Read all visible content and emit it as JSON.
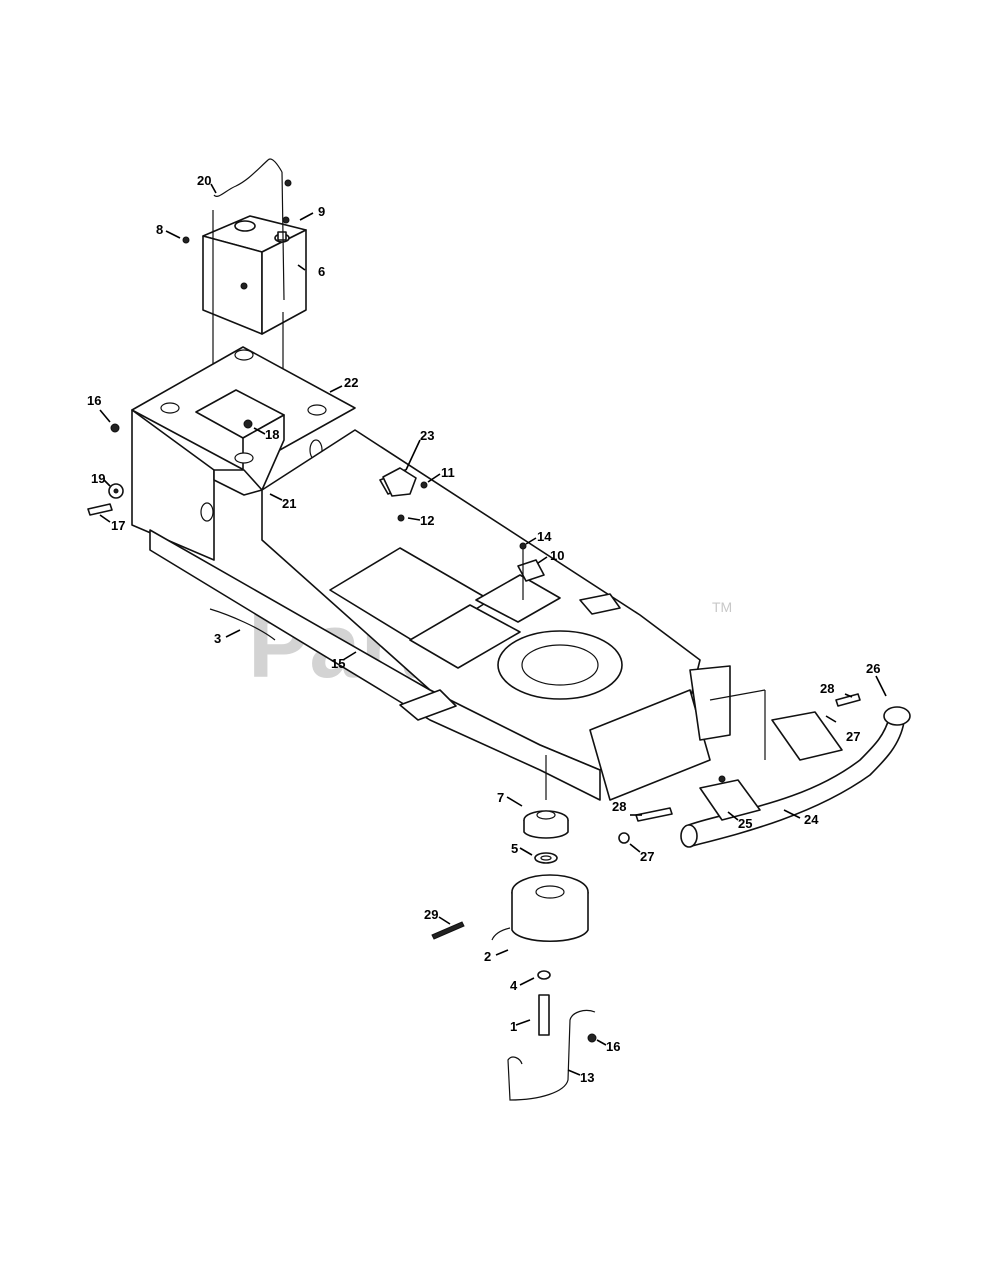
{
  "watermark": {
    "text": "PartsTree",
    "tm": "TM"
  },
  "callouts": [
    "1",
    "2",
    "3",
    "4",
    "5",
    "6",
    "7",
    "8",
    "9",
    "10",
    "11",
    "12",
    "13",
    "14",
    "15",
    "16",
    "16",
    "17",
    "18",
    "19",
    "20",
    "21",
    "22",
    "23",
    "24",
    "25",
    "26",
    "27",
    "27",
    "28",
    "28",
    "29"
  ]
}
